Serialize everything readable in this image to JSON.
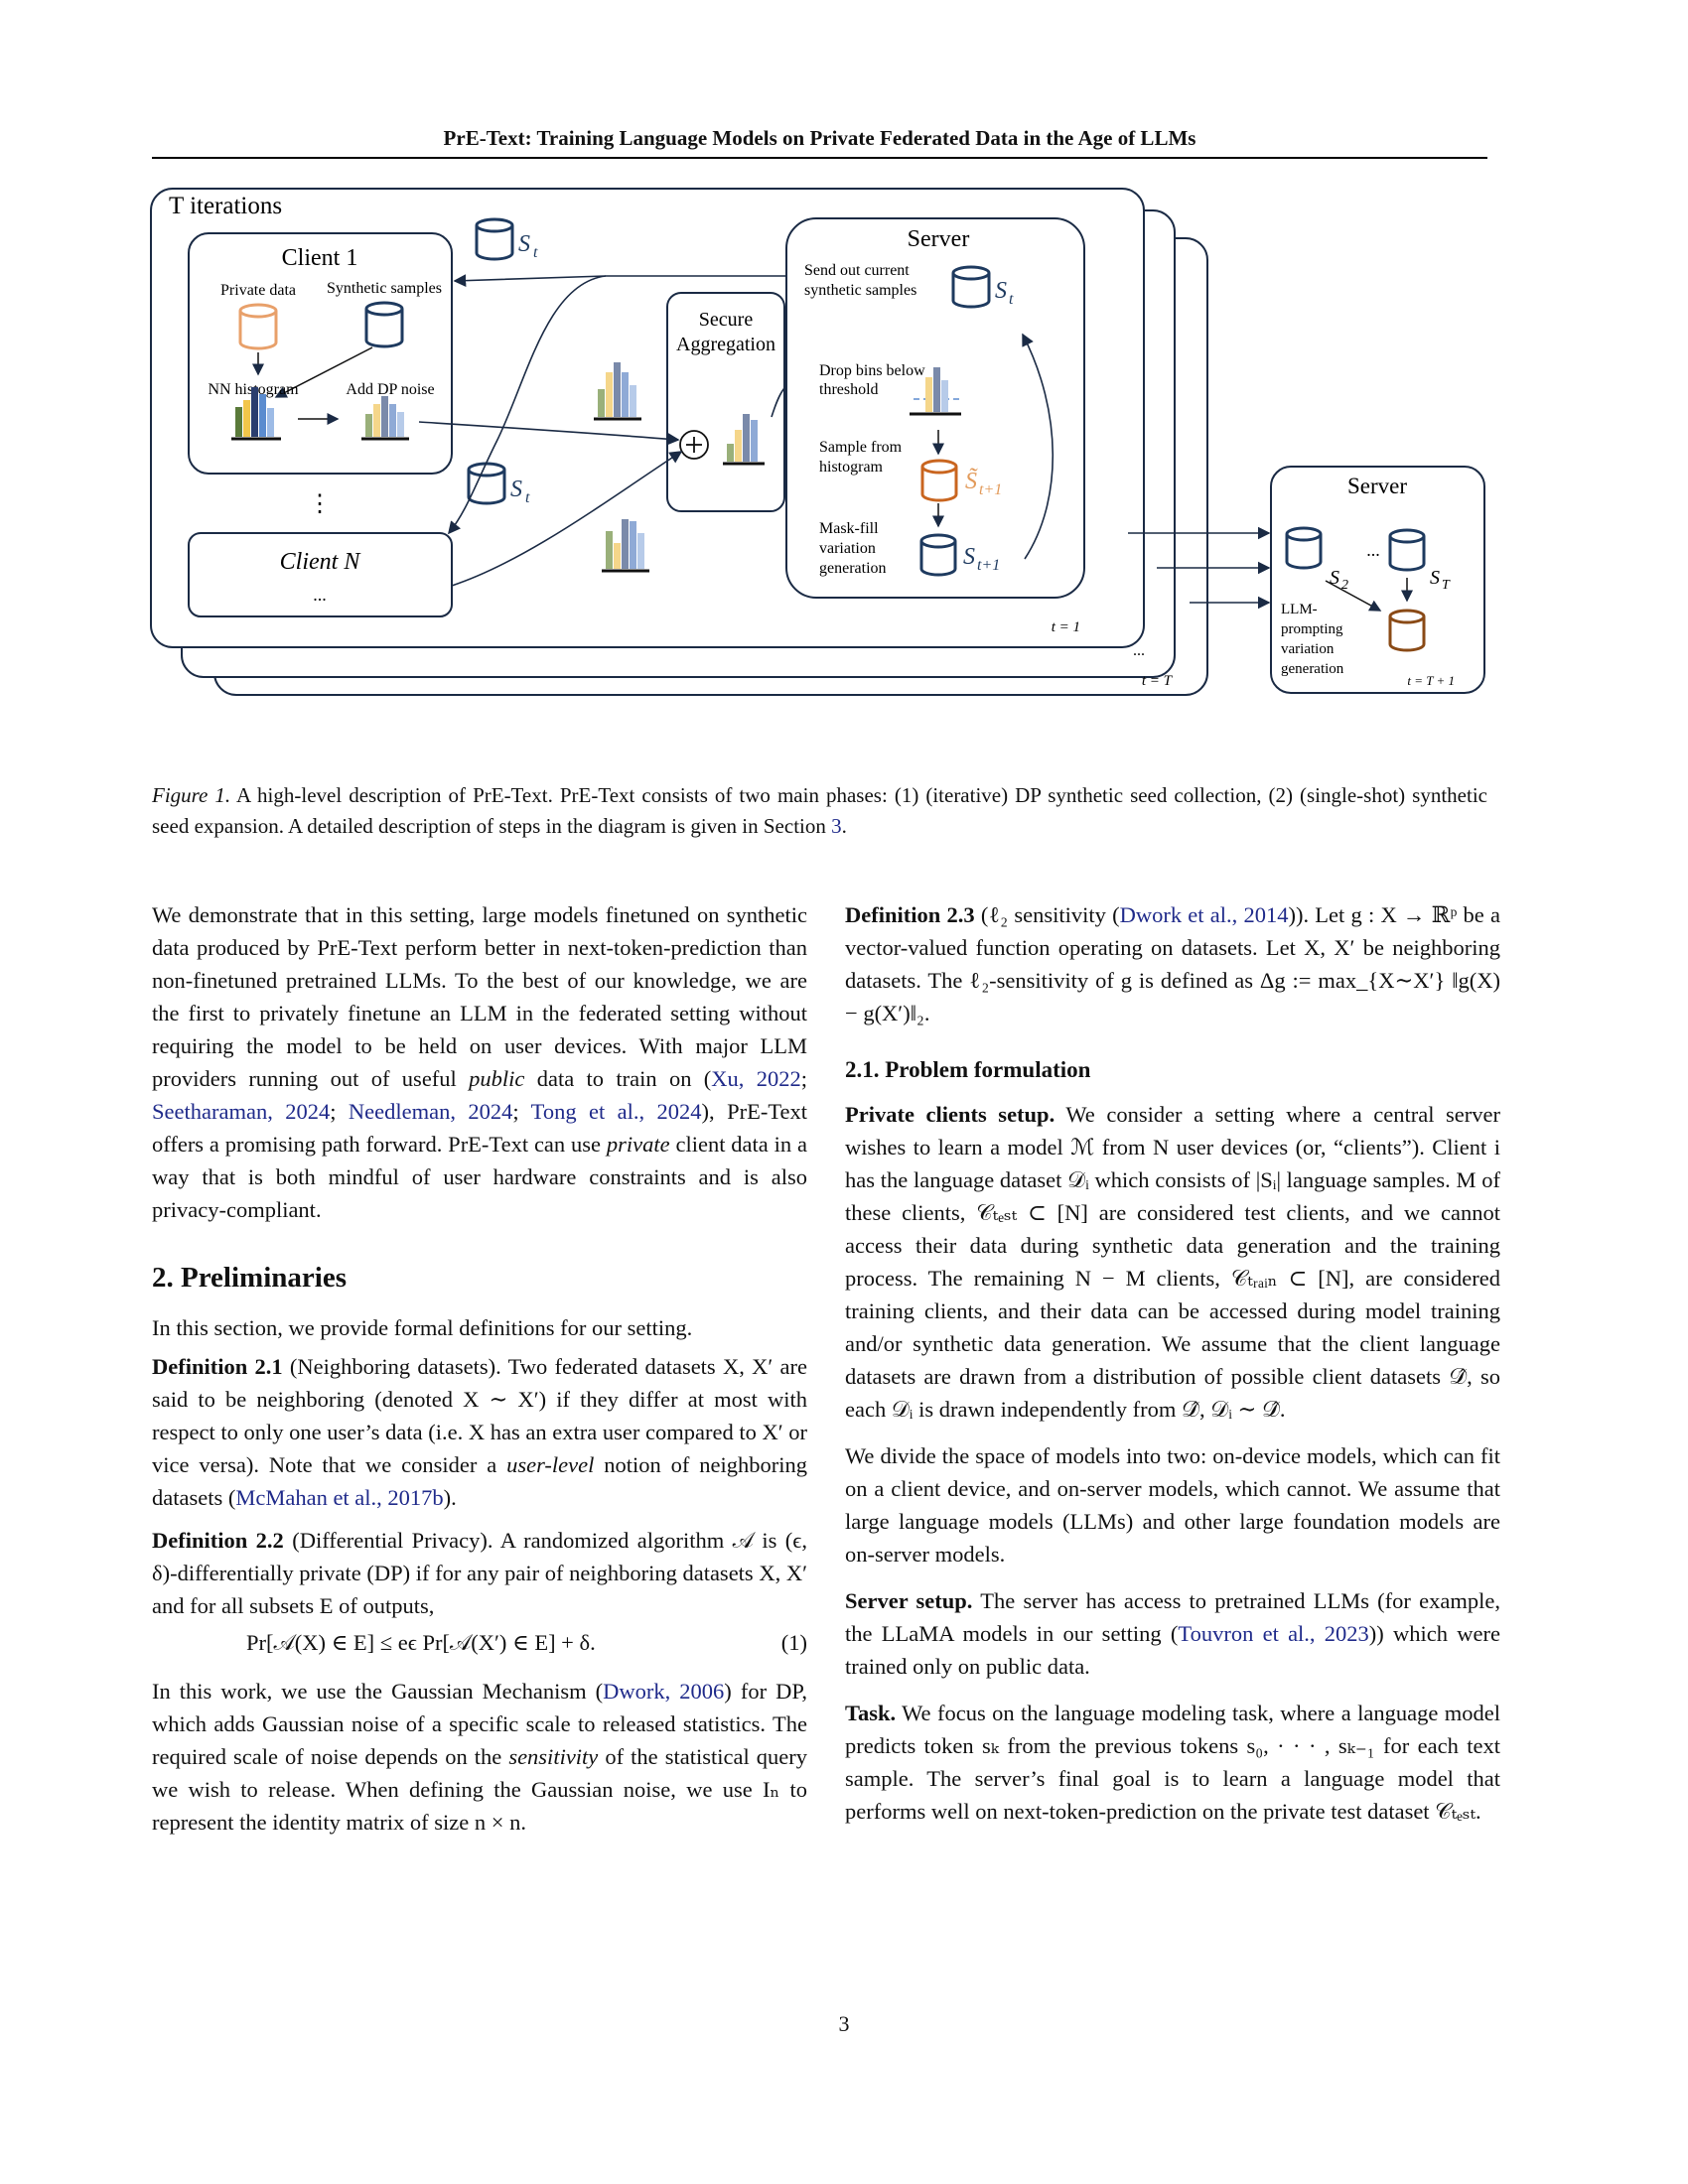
{
  "header": {
    "title": "PrE-Text: Training Language Models on Private Federated Data in the Age of LLMs"
  },
  "figure": {
    "iterations": "T iterations",
    "client1_title": "Client 1",
    "private_data": "Private data",
    "synthetic_samples": "Synthetic samples",
    "nn_histogram": "NN histogram",
    "add_dp_noise": "Add DP noise",
    "vdots": "⋮",
    "clientn_title": "Client N",
    "clientn_dots": "...",
    "st": "S",
    "st_sub": "t",
    "secure_agg_line1": "Secure",
    "secure_agg_line2": "Aggregation",
    "server_title": "Server",
    "send_out_line1": "Send out current",
    "send_out_line2": "synthetic samples",
    "drop_bins_line1": "Drop bins below",
    "drop_bins_line2": "threshold",
    "sample_from_line1": "Sample from",
    "sample_from_line2": "histogram",
    "s_tilde": "S̃",
    "t_plus_1": "t+1",
    "maskfill_line1": "Mask-fill",
    "maskfill_line2": "variation",
    "maskfill_line3": "generation",
    "t_eq_1": "t = 1",
    "t_eq_T": "t = T",
    "stack_dots": "...",
    "server2_title": "Server",
    "s2": "S",
    "s2_sub": "2",
    "sT": "S",
    "sT_sub": "T",
    "server2_dots": "...",
    "llm_line1": "LLM-",
    "llm_line2": "prompting",
    "llm_line3": "variation",
    "llm_line4": "generation",
    "t_eq_T1": "t = T + 1"
  },
  "caption": {
    "label": "Figure 1.",
    "text": " A high-level description of PrE-Text. PrE-Text consists of two main phases: (1) (iterative) DP synthetic seed collection, (2) (single-shot) synthetic seed expansion. A detailed description of steps in the diagram is given in Section ",
    "ref": "3",
    "end": "."
  },
  "left": {
    "p1a": "We demonstrate that in this setting, large models finetuned on synthetic data produced by PrE-Text perform better in next-token-prediction than non-finetuned pretrained LLMs. To the best of our knowledge, we are the first to privately finetune an LLM in the federated setting without requiring the model to be held on user devices. With major LLM providers running out of useful ",
    "p1_public": "public",
    "p1b": " data to train on (",
    "c_xu": "Xu, 2022",
    "c_seeth": "Seetharaman, 2024",
    "c_needle": "Needleman, 2024",
    "c_tong": "Tong et al., 2024",
    "p1c": "), PrE-Text offers a promising path forward. PrE-Text can use ",
    "p1_private": "private",
    "p1d": " client data in a way that is both mindful of user hardware constraints and is also privacy-compliant.",
    "sec2": "2. Preliminaries",
    "p2": "In this section, we provide formal definitions for our setting.",
    "def21_label": "Definition 2.1",
    "def21_name": " (Neighboring datasets).",
    "def21_a": " Two federated datasets X, X′ are said to be neighboring (denoted X ∼ X′) if they differ at most with respect to only one user’s data (i.e. X has an extra user compared to X′ or vice versa). Note that we consider a ",
    "def21_ul": "user-level",
    "def21_b": " notion of neighboring datasets (",
    "c_mcm": "McMahan et al., 2017b",
    "def21_c": ").",
    "def22_label": "Definition 2.2",
    "def22_name": " (Differential Privacy).",
    "def22_text": " A randomized algorithm 𝒜 is (ϵ, δ)-differentially private (DP) if for any pair of neighboring datasets X, X′ and for all subsets E of outputs,",
    "eq1": "Pr[𝒜(X) ∈ E] ≤ eϵ Pr[𝒜(X′) ∈ E] + δ.",
    "eq1_num": "(1)",
    "p3a": "In this work, we use the Gaussian Mechanism (",
    "c_dwork": "Dwork, 2006",
    "p3b": ") for DP, which adds Gaussian noise of a specific scale to released statistics. The required scale of noise depends on the ",
    "p3_sens": "sensitivity",
    "p3c": " of the statistical query we wish to release. When defining the Gaussian noise, we use Iₙ to represent the identity matrix of size n × n."
  },
  "right": {
    "def23_label": "Definition 2.3",
    "def23_name_a": " (ℓ₂ sensitivity (",
    "c_dwork14": "Dwork et al., 2014",
    "def23_name_b": ")).",
    "def23_text": " Let g : X → ℝᵖ be a vector-valued function operating on datasets. Let X, X′ be neighboring datasets. The ℓ₂-sensitivity of g is defined as Δg := max_{X∼X′} ‖g(X) − g(X′)‖₂.",
    "sub21": "2.1. Problem formulation",
    "pcs_label": "Private clients setup.",
    "pcs_text": " We consider a setting where a central server wishes to learn a model ℳ from N user devices (or, “clients”). Client i has the language dataset 𝒟ᵢ which consists of |Sᵢ| language samples. M of these clients, 𝒞ₜₑₛₜ ⊂ [N] are considered test clients, and we cannot access their data during synthetic data generation and the training process. The remaining N − M clients, 𝒞ₜᵣₐᵢₙ ⊂ [N], are considered training clients, and their data can be accessed during model training and/or synthetic data generation. We assume that the client language datasets are drawn from a distribution of possible client datasets 𝒟̂, so each 𝒟ᵢ is drawn independently from 𝒟̂, 𝒟ᵢ ∼ 𝒟̂.",
    "p_models": "We divide the space of models into two: on-device models, which can fit on a client device, and on-server models, which cannot. We assume that large language models (LLMs) and other large foundation models are on-server models.",
    "ss_label": "Server setup.",
    "ss_a": " The server has access to pretrained LLMs (for example, the LLaMA models in our setting (",
    "c_touv": "Touvron et al., 2023",
    "ss_b": ")) which were trained only on public data.",
    "task_label": "Task.",
    "task_text": " We focus on the language modeling task, where a language model predicts token sₖ from the previous tokens s₀, · · · , sₖ₋₁ for each text sample. The server’s final goal is to learn a language model that performs well on next-token-prediction on the private test dataset 𝒞ₜₑₛₜ."
  },
  "page_number": "3"
}
